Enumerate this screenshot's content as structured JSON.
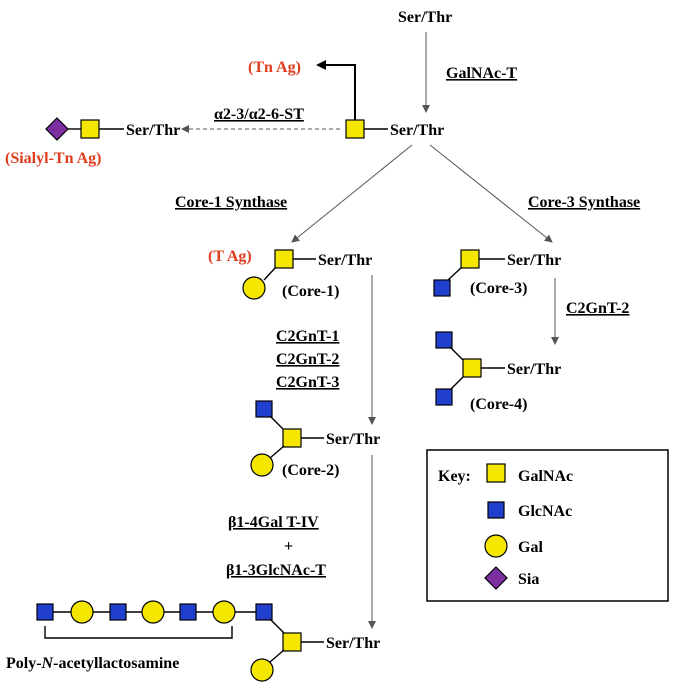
{
  "labels": {
    "top_ser_thr": "Ser/Thr",
    "galnac_t": "GalNAc-T",
    "tn_ag": "(Tn Ag)",
    "st_enzyme": "α2-3/α2-6-ST",
    "tn_ser_thr": "Ser/Thr",
    "sialyl_ser_thr": "Ser/Thr",
    "sialyl_tn_ag": "(Sialyl-Tn Ag)",
    "core1_synthase": "Core-1 Synthase",
    "core3_synthase": "Core-3 Synthase",
    "t_ag": "(T Ag)",
    "core1_ser_thr": "Ser/Thr",
    "core1": "(Core-1)",
    "core3_ser_thr": "Ser/Thr",
    "core3": "(Core-3)",
    "c2gnt2_right": "C2GnT-2",
    "c2gnt1": "C2GnT-1",
    "c2gnt2": "C2GnT-2",
    "c2gnt3": "C2GnT-3",
    "core4_ser_thr": "Ser/Thr",
    "core4": "(Core-4)",
    "core2_ser_thr": "Ser/Thr",
    "core2": "(Core-2)",
    "b14gal": "β1-4Gal T-IV",
    "plus": "+",
    "b13glcnac": "β1-3GlcNAc-T",
    "poly_ser_thr": "Ser/Thr",
    "poly_prefix": "Poly-",
    "poly_n": "N",
    "poly_suffix": "-acetyllactosamine"
  },
  "key": {
    "title": "Key:",
    "items": [
      {
        "name": "GalNAc",
        "symbol": "yellow-square"
      },
      {
        "name": "GlcNAc",
        "symbol": "blue-square"
      },
      {
        "name": "Gal",
        "symbol": "yellow-circle"
      },
      {
        "name": "Sia",
        "symbol": "purple-diamond"
      }
    ]
  },
  "colors": {
    "galnac": "#f5e600",
    "glcnac": "#1f3fcc",
    "gal": "#f5e600",
    "sia": "#7b2fa0",
    "antigen_label": "#e03c1e"
  }
}
